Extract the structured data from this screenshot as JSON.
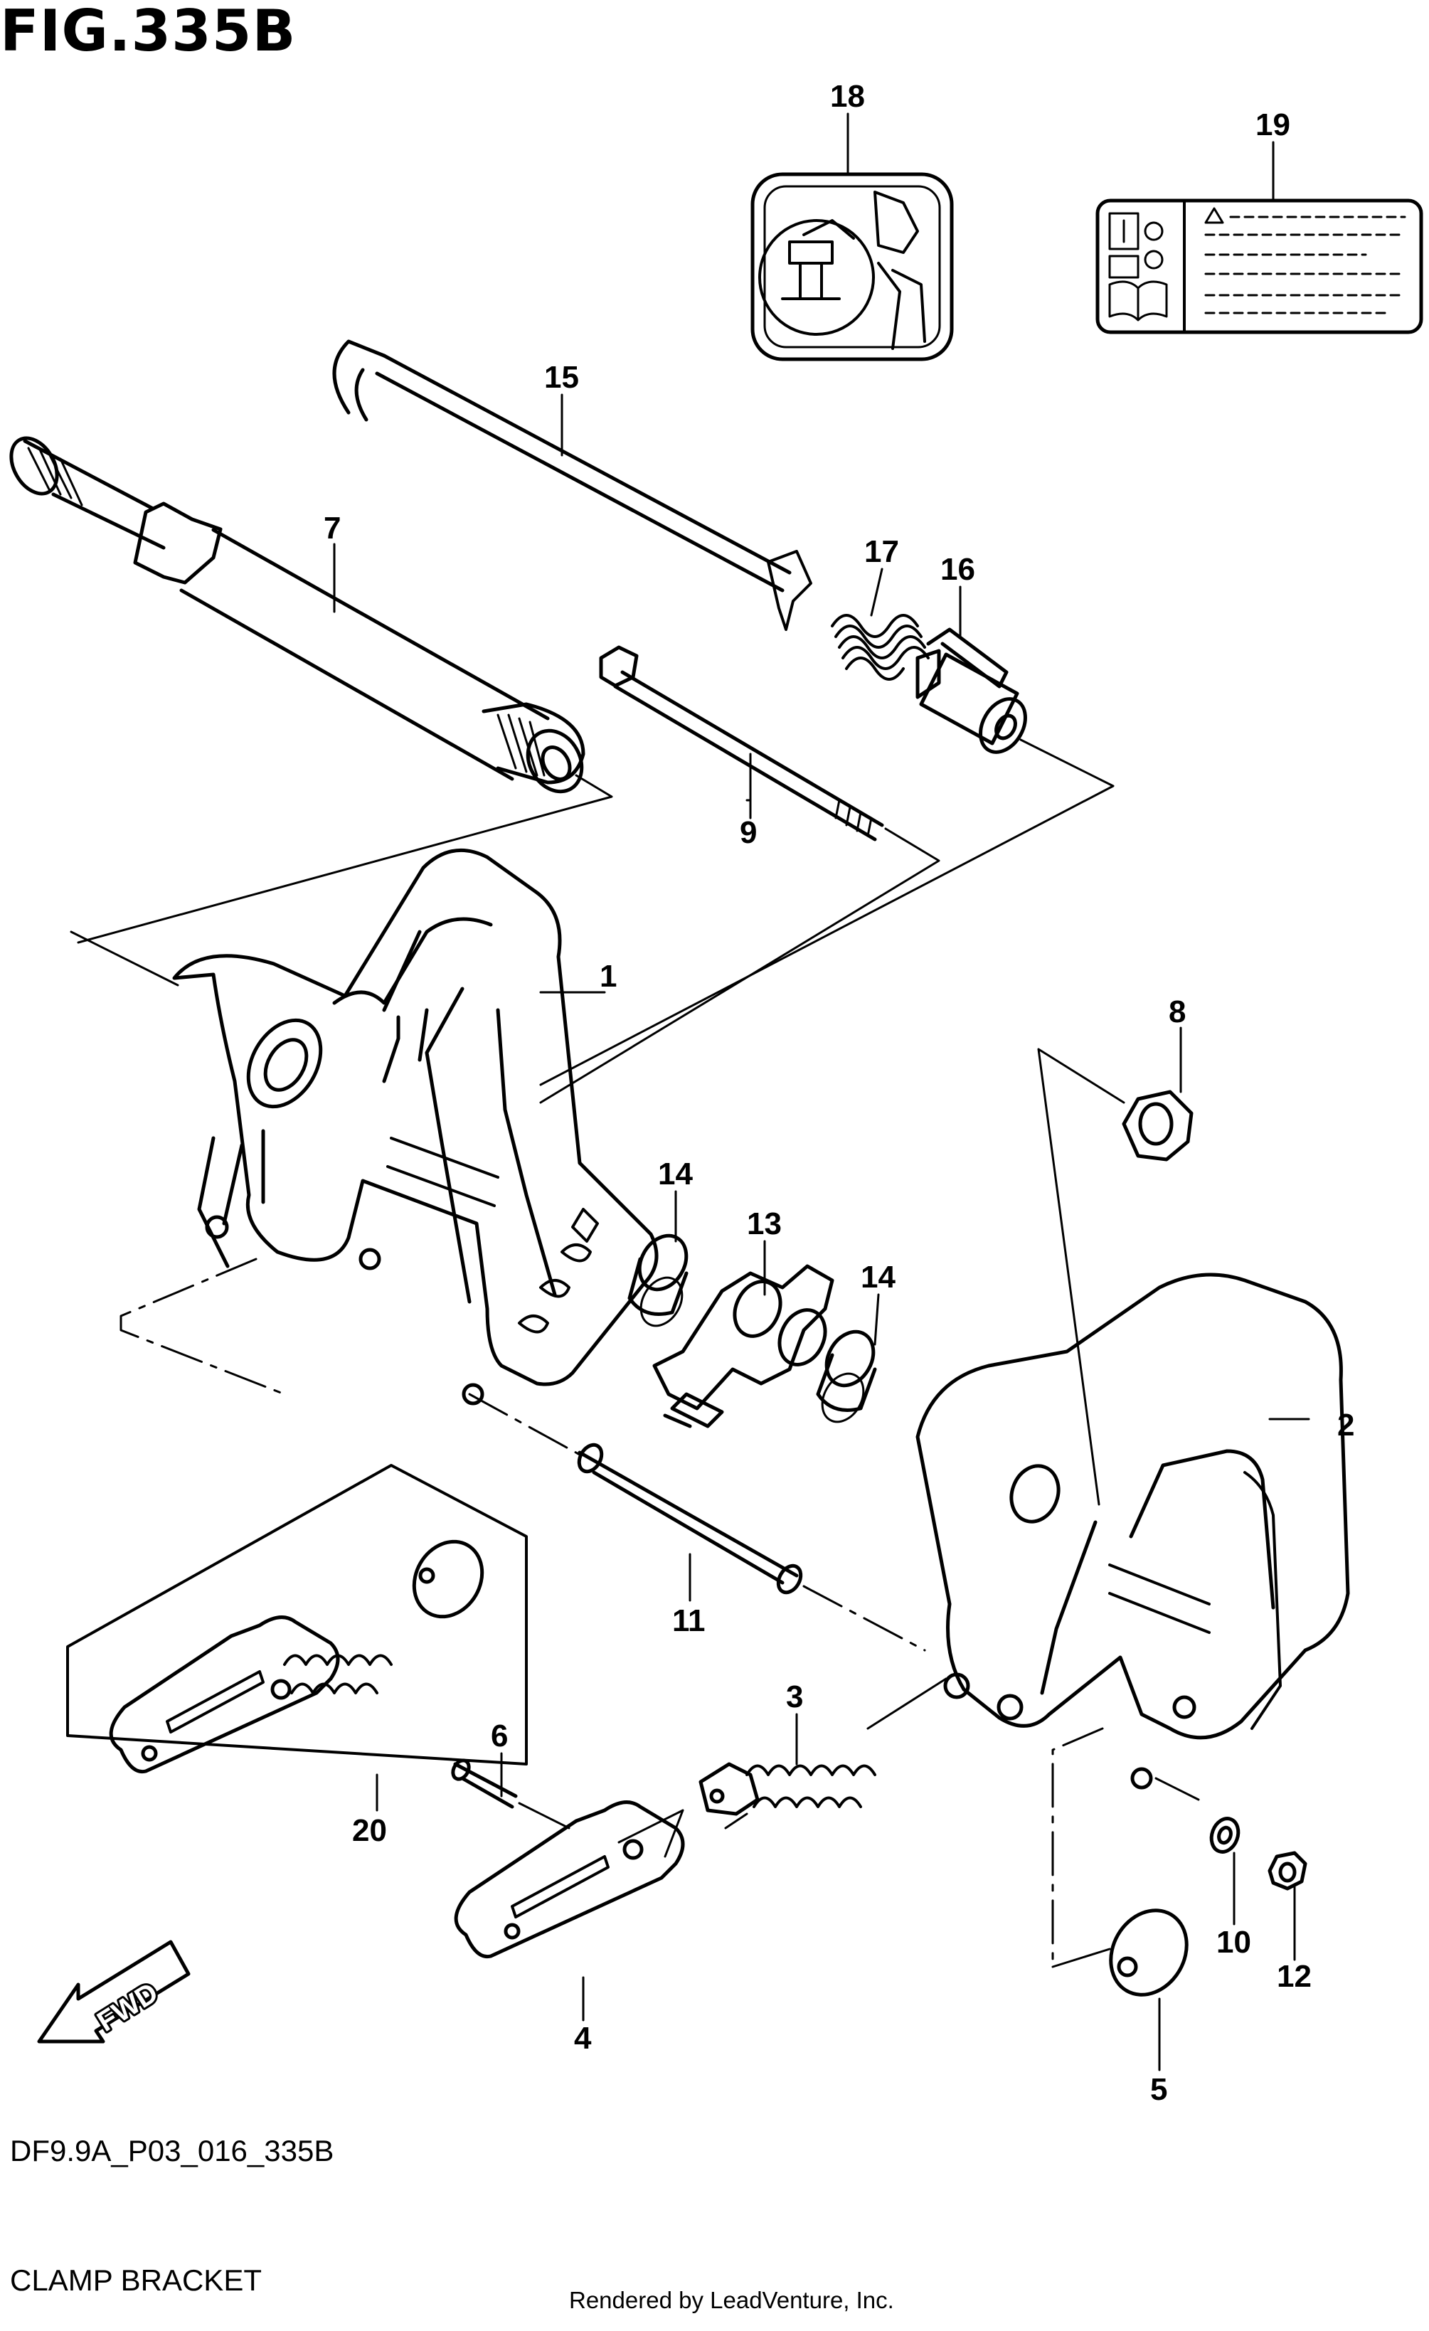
{
  "figure_title": "FIG.335B",
  "diagram_code": "DF9.9A_P03_016_335B",
  "diagram_name": "CLAMP BRACKET",
  "credit": "Rendered by LeadVenture, Inc.",
  "direction_label": "FWD",
  "callouts": [
    "1",
    "2",
    "3",
    "4",
    "5",
    "6",
    "7",
    "8",
    "9",
    "10",
    "11",
    "12",
    "13",
    "14",
    "14",
    "15",
    "16",
    "17",
    "18",
    "19",
    "20"
  ],
  "parts": [
    {
      "ref": "1",
      "part": "clamp-bracket-stbd"
    },
    {
      "ref": "2",
      "part": "clamp-bracket-port"
    },
    {
      "ref": "3",
      "part": "clamp-screw"
    },
    {
      "ref": "4",
      "part": "clamp-screw-handle"
    },
    {
      "ref": "5",
      "part": "clamp-screw-plate"
    },
    {
      "ref": "6",
      "part": "handle-pin"
    },
    {
      "ref": "7",
      "part": "tilt-pipe"
    },
    {
      "ref": "8",
      "part": "tilt-pipe-nut"
    },
    {
      "ref": "9",
      "part": "through-bolt"
    },
    {
      "ref": "10",
      "part": "washer"
    },
    {
      "ref": "11",
      "part": "bracket-spacer"
    },
    {
      "ref": "12",
      "part": "nut"
    },
    {
      "ref": "13",
      "part": "thrust-stopper"
    },
    {
      "ref": "14",
      "part": "bushing"
    },
    {
      "ref": "15",
      "part": "tilt-rod"
    },
    {
      "ref": "16",
      "part": "rod-knob"
    },
    {
      "ref": "17",
      "part": "spring"
    },
    {
      "ref": "18",
      "part": "tilt-lock-label"
    },
    {
      "ref": "19",
      "part": "caution-label"
    },
    {
      "ref": "20",
      "part": "clamp-screw-assy"
    }
  ]
}
